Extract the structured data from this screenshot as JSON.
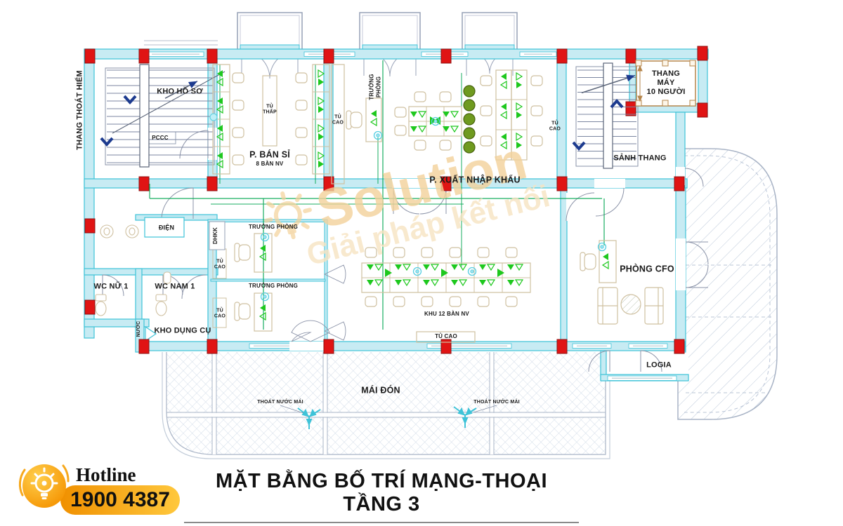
{
  "plan": {
    "labels": {
      "thang_thoat_hiem": "THANG THOÁT HIỂM",
      "kho_ho_so": "KHO HỒ SƠ",
      "pccc": "PCCC",
      "tu_thap": "TỦ\nTHẤP",
      "p_ban_si": "P. BÁN SỈ",
      "p_ban_si_sub": "8 BÀN NV",
      "tu_cao_1": "TỦ\nCAO",
      "truong_phong_1": "TRƯỞNG\nPHÒNG",
      "p_xuat_nhap_khau": "P. XUẤT NHẬP KHẨU",
      "tu_cao_2": "TỦ\nCAO",
      "thang_may": "THANG\nMÁY\n10 NGƯỜI",
      "sanh_thang": "SẢNH THANG",
      "dien": "ĐIỆN",
      "dhkk": "DHKK",
      "tu_cao_3": "TỦ\nCAO",
      "truong_phong_2": "TRƯỞNG PHÒNG",
      "tu_cao_4": "TỦ\nCAO",
      "truong_phong_3": "TRƯỞNG PHÒNG",
      "wc_nu": "WC NỮ 1",
      "wc_nam": "WC NAM 1",
      "kho_dung_cu": "KHO DỤNG CỤ",
      "nuoc": "NƯỚC",
      "khu_12_ban_nv": "KHU 12 BÀN NV",
      "tu_cao_5": "TỦ CAO",
      "phong_cfo": "PHÒNG CFO",
      "logia": "LOGIA",
      "mai_don": "MÁI ĐÓN",
      "thoat_nuoc_mai_1": "THOÁT NƯỚC MÁI",
      "thoat_nuoc_mai_2": "THOÁT NƯỚC MÁI"
    },
    "colors": {
      "wall_fill": "#c7ebf3",
      "wall_stroke": "#3ec3d8",
      "column_red": "#e01414",
      "network_green": "#00a650",
      "icon_green": "#1ec81e",
      "furniture_tan": "#cfc0a0",
      "hatch_gray": "#d3dde9",
      "arrow_navy": "#1d3b8f",
      "chair_olive": "#6f9a1f",
      "brand_orange": "#f7a613",
      "watermark_orange": "#f3d29b"
    }
  },
  "watermark": {
    "brand": "Solution",
    "tagline": "Giải pháp kết nối"
  },
  "footer": {
    "hotline_label": "Hotline",
    "hotline_number": "1900 4387",
    "title": "MẶT BẰNG BỐ TRÍ MẠNG-THOẠI TẦNG 3"
  }
}
